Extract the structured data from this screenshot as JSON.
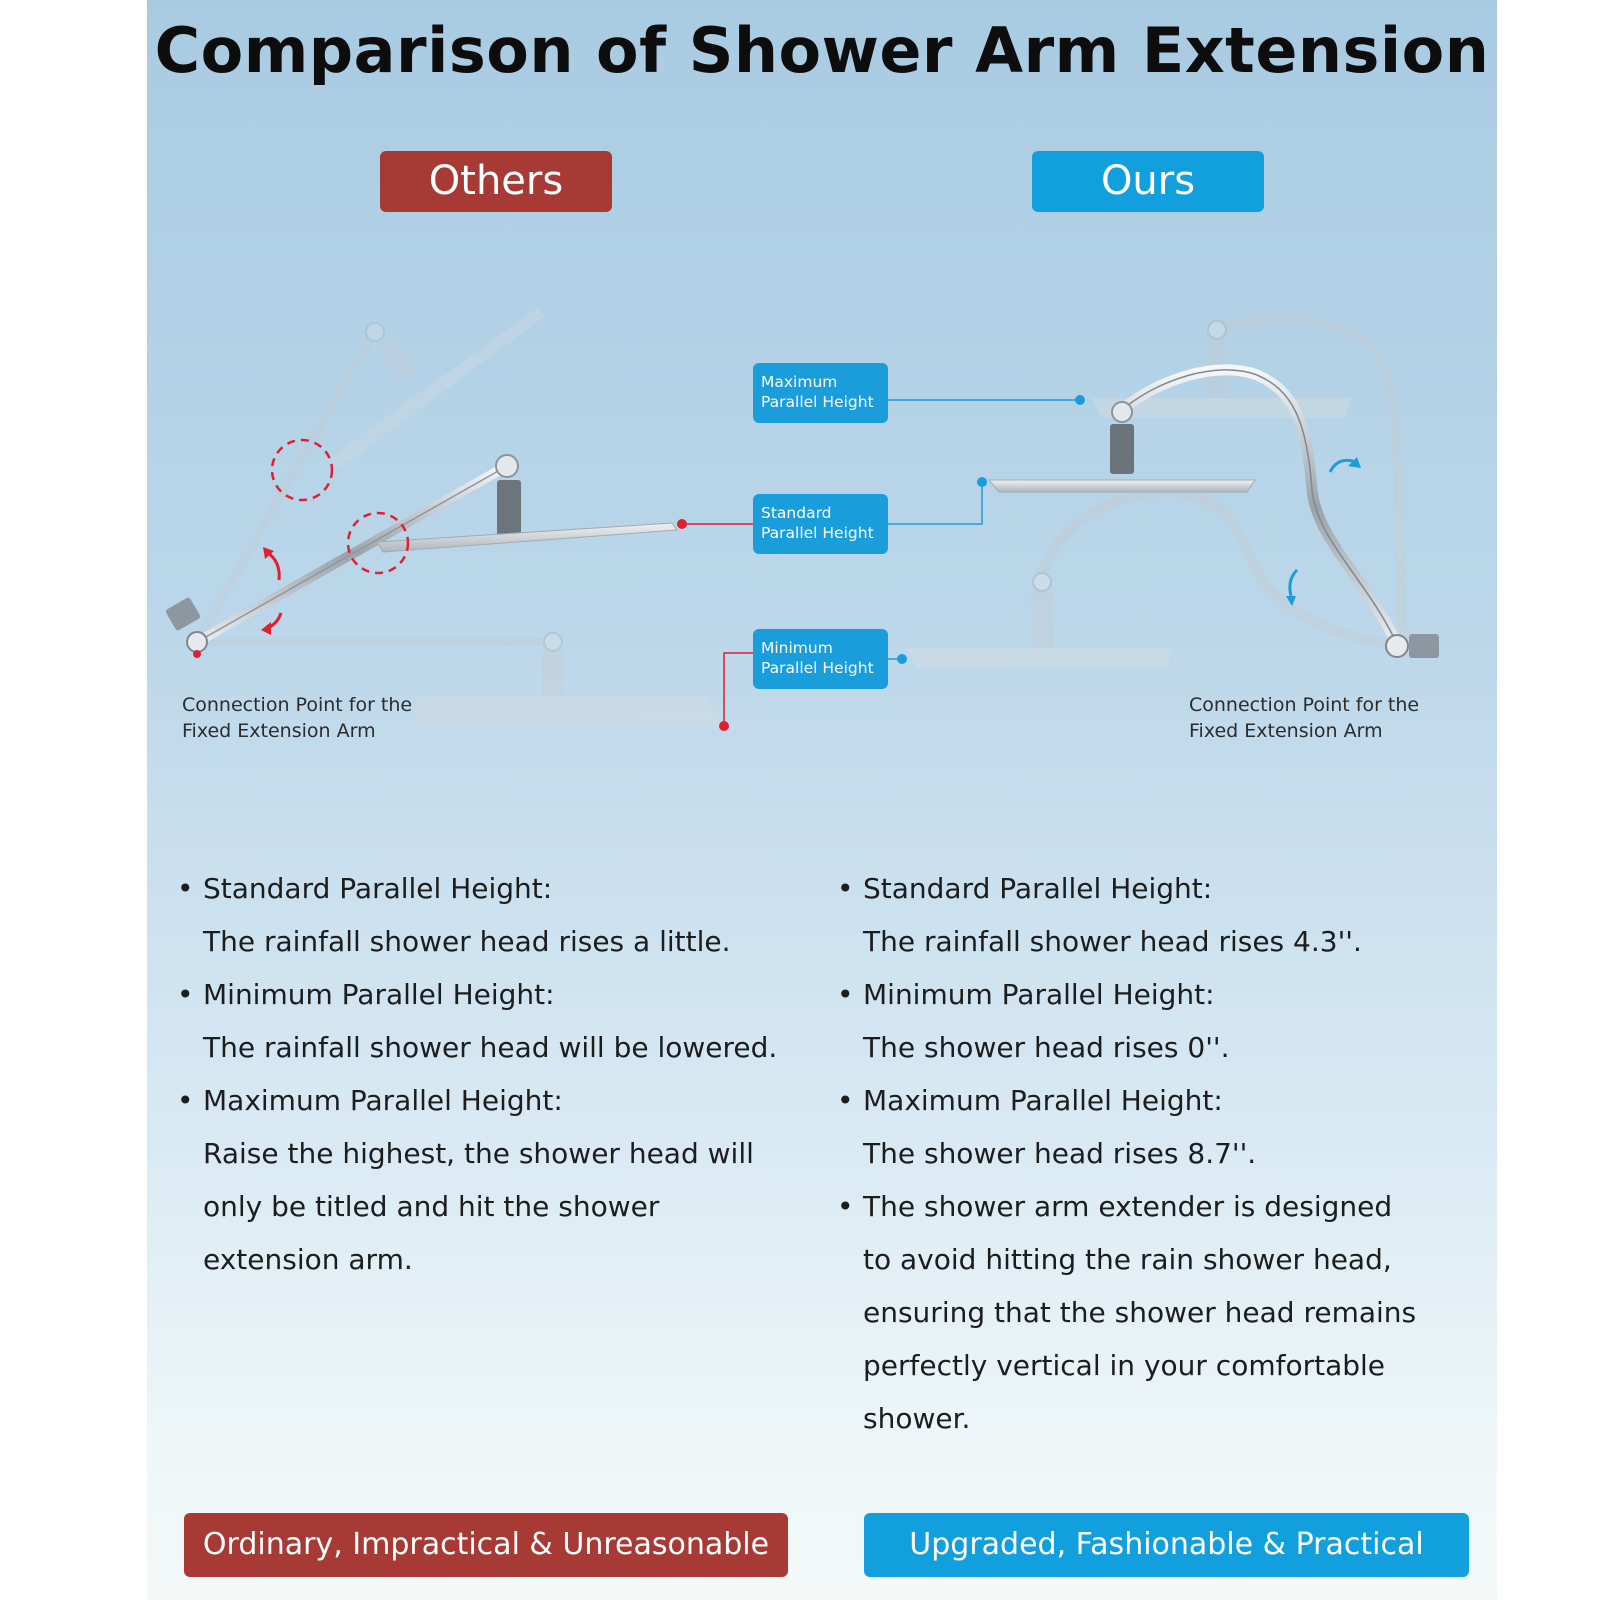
{
  "title": "Comparison of Shower Arm Extension",
  "others_label": "Others",
  "ours_label": "Ours",
  "height_labels": {
    "maximum": "Maximum\nParallel Height",
    "standard": "Standard\nParallel Height",
    "minimum": "Minimum\nParallel Height"
  },
  "connection_point_left": "Connection Point for the\nFixed Extension Arm",
  "connection_point_right": "Connection Point for the\nFixed Extension Arm",
  "others_points": [
    {
      "heading": "Standard Parallel Height:",
      "text": "The rainfall shower head rises a little."
    },
    {
      "heading": "Minimum Parallel Height:",
      "text": "The rainfall shower head will be lowered."
    },
    {
      "heading": "Maximum Parallel Height:",
      "text": "Raise the highest, the shower head will only be titled and hit the shower extension arm."
    }
  ],
  "ours_points": [
    {
      "heading": "Standard Parallel Height:",
      "text": "The rainfall shower head rises 4.3''."
    },
    {
      "heading": "Minimum Parallel Height:",
      "text": "The shower head rises 0''."
    },
    {
      "heading": "Maximum Parallel Height:",
      "text": "The shower head rises 8.7''."
    },
    {
      "heading": "The shower arm extender is designed",
      "text": "to avoid hitting the rain shower head, ensuring that the shower head remains perfectly vertical in your comfortable shower."
    }
  ],
  "footer_left": "Ordinary, Impractical & Unreasonable",
  "footer_right": "Upgraded, Fashionable & Practical",
  "colors": {
    "others": "#a83a36",
    "ours": "#129fde",
    "marker_red": "#e02030",
    "marker_blue": "#1a9ddb"
  }
}
